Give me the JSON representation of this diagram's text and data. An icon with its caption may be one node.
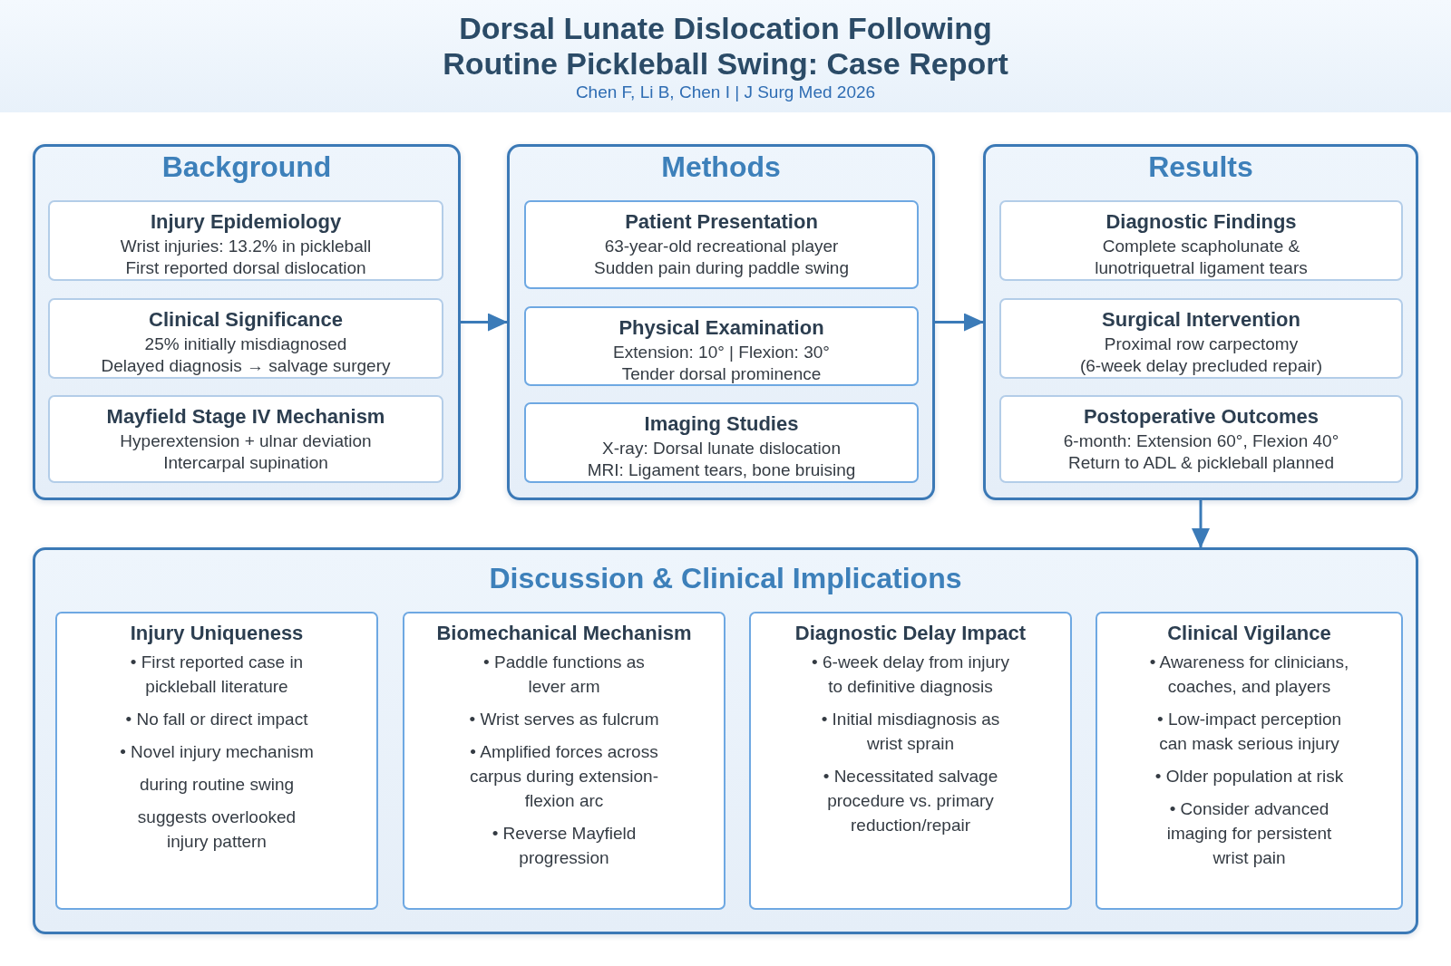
{
  "diagram": {
    "title": "Dorsal Lunate Dislocation Following Routine Pickleball Swing: Case Report",
    "nodes": [
      {
        "text": [
          "Background"
        ]
      },
      {
        "text": [
          "Injury Epidemiology",
          "Wrist injuries: 13.2% in pickleball",
          "First reported dorsal dislocation"
        ],
        "in": 0
      },
      {
        "text": [
          "Clinical Significance",
          "25% initially misdiagnosed",
          "Delayed diagnosis → salvage surgery"
        ],
        "in": 0
      },
      {
        "text": [
          "Mayfield Stage IV Mechanism",
          "Hyperextension + ulnar deviation",
          "Intercarpal supination"
        ],
        "in": 0
      },
      {
        "text": [
          "Methods"
        ]
      },
      {
        "text": [
          "Patient Presentation",
          "63-year-old recreational player",
          "Sudden pain during paddle swing"
        ],
        "in": 4
      },
      {
        "text": [
          "Physical Examination",
          "Extension: 10° | Flexion: 30°",
          "Tender dorsal prominence"
        ],
        "in": 4
      },
      {
        "text": [
          "Imaging Studies",
          "X-ray: Dorsal lunate dislocation",
          "MRI: Ligament tears, bone bruising"
        ],
        "in": 4
      },
      {
        "text": [
          "Results"
        ]
      },
      {
        "text": [
          "Diagnostic Findings",
          "Complete scapholunate & lunotriquetral ligament tears"
        ],
        "in": 8
      },
      {
        "text": [
          "Surgical Intervention",
          "Proximal row carpectomy",
          "(6-week delay precluded repair)"
        ],
        "in": 8
      },
      {
        "text": [
          "Postoperative Outcomes",
          "6-month: Extension 60°, Flexion 40°",
          "Return to ADL & pickleball planned"
        ],
        "in": 8
      },
      {
        "text": [
          "Discussion & Clinical Implications"
        ]
      },
      {
        "text": [
          "Injury Uniqueness",
          "• First reported case in pickleball literature",
          "• No fall or direct impact",
          "• Novel injury mechanism",
          "during routine swing",
          "suggests overlooked injury pattern"
        ],
        "in": 12
      },
      {
        "text": [
          "Biomechanical Mechanism",
          "• Paddle functions as lever arm",
          "• Wrist serves as fulcrum",
          "• Amplified forces across carpus during extension-flexion arc",
          "• Reverse Mayfield progression"
        ],
        "in": 12
      },
      {
        "text": [
          "Diagnostic Delay Impact",
          "• 6-week delay from injury to definitive diagnosis",
          "• Initial misdiagnosis as wrist sprain",
          "• Necessitated salvage procedure vs. primary reduction/repair"
        ],
        "in": 12
      },
      {
        "text": [
          "Clinical Vigilance",
          "• Awareness for clinicians, coaches, and players",
          "• Low-impact perception can mask serious injury",
          "• Older population at risk",
          "• Consider advanced imaging for persistent wrist pain"
        ],
        "in": 12
      }
    ],
    "edges": [
      {
        "from": 0,
        "to": 4,
        "arrow": "to"
      },
      {
        "from": 4,
        "to": 8,
        "arrow": "to"
      },
      {
        "from": 8,
        "to": 12,
        "arrow": "to"
      }
    ],
    "labels": [
      "Chen F, Li B, Chen I | J Surg Med 2026"
    ]
  }
}
